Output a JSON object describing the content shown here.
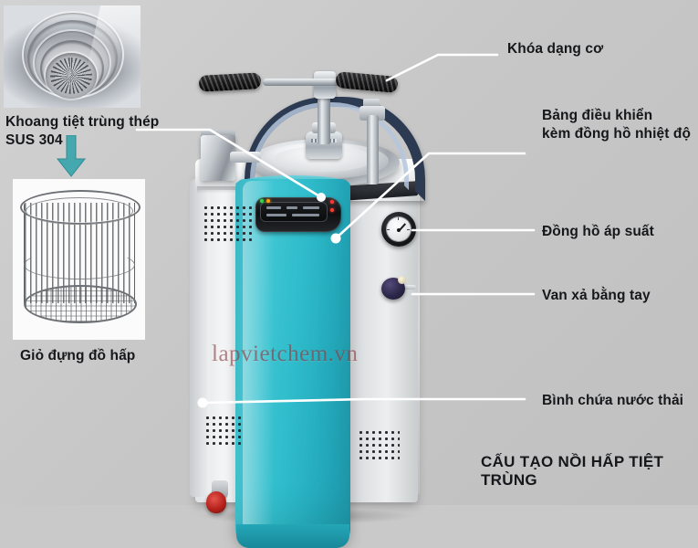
{
  "title": "CẤU TẠO NỒI HẤP TIỆT TRÙNG",
  "watermark": "lapvietchem.vn",
  "background_color": "#c9c9c9",
  "accent_color": "#2fbccb",
  "arrow_color": "#45a8ae",
  "text_color": "#15171a",
  "left_panel": {
    "chamber_photo": {
      "name": "autoclave-chamber-interior-photo",
      "caption": "Khoang tiệt trùng thép\nSUS 304"
    },
    "arrow": {
      "name": "down-arrow",
      "direction": "down",
      "color": "#45a8ae"
    },
    "basket_photo": {
      "name": "wire-basket-photo",
      "caption": "Giỏ đựng đồ hấp"
    }
  },
  "callouts": [
    {
      "id": "lock",
      "label": "Khóa dạng cơ",
      "target": "handle-lock"
    },
    {
      "id": "control_panel",
      "label": "Bảng điều khiển\nkèm đồng hồ nhiệt độ",
      "target": "control-panel"
    },
    {
      "id": "pressure",
      "label": "Đồng hồ áp suất",
      "target": "pressure-gauge"
    },
    {
      "id": "valve",
      "label": "Van xả bằng tay",
      "target": "drain-valve"
    },
    {
      "id": "waste_tank",
      "label": "Bình chứa nước thải",
      "target": "waste-water-tank"
    }
  ],
  "machine": {
    "name": "vertical-autoclave-sterilizer",
    "parts": [
      "handle-bar",
      "chrome-arch-clamp",
      "lid-bowl",
      "hinge-block",
      "right-post",
      "control-panel",
      "pressure-gauge",
      "drain-valve",
      "teal-front-door",
      "vent-grille",
      "caster-wheel"
    ]
  }
}
